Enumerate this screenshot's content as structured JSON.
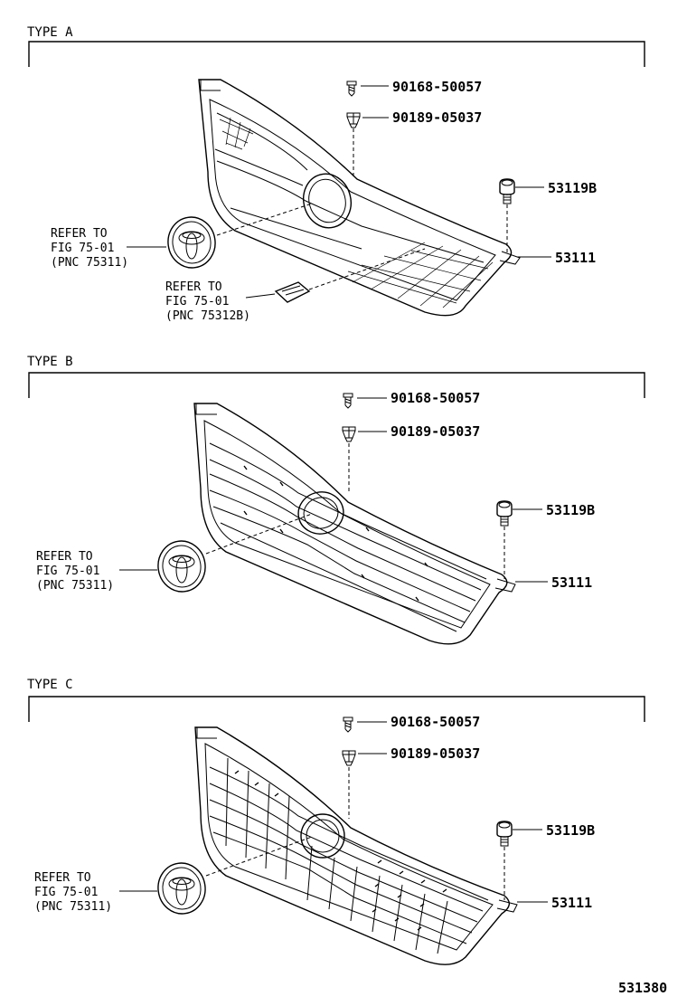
{
  "sections": [
    {
      "title": "TYPE A",
      "parts": {
        "screw": "90168-50057",
        "clip": "90189-05037",
        "grommet": "53119B",
        "grille": "53111"
      },
      "refs": [
        {
          "line1": "REFER TO",
          "line2": "FIG 75-01",
          "line3": "(PNC 75311)"
        },
        {
          "line1": "REFER TO",
          "line2": "FIG 75-01",
          "line3": "(PNC 75312B)"
        }
      ]
    },
    {
      "title": "TYPE B",
      "parts": {
        "screw": "90168-50057",
        "clip": "90189-05037",
        "grommet": "53119B",
        "grille": "53111"
      },
      "refs": [
        {
          "line1": "REFER TO",
          "line2": "FIG 75-01",
          "line3": "(PNC 75311)"
        }
      ]
    },
    {
      "title": "TYPE C",
      "parts": {
        "screw": "90168-50057",
        "clip": "90189-05037",
        "grommet": "53119B",
        "grille": "53111"
      },
      "refs": [
        {
          "line1": "REFER TO",
          "line2": "FIG 75-01",
          "line3": "(PNC 75311)"
        }
      ]
    }
  ],
  "diagram_id": "531380"
}
